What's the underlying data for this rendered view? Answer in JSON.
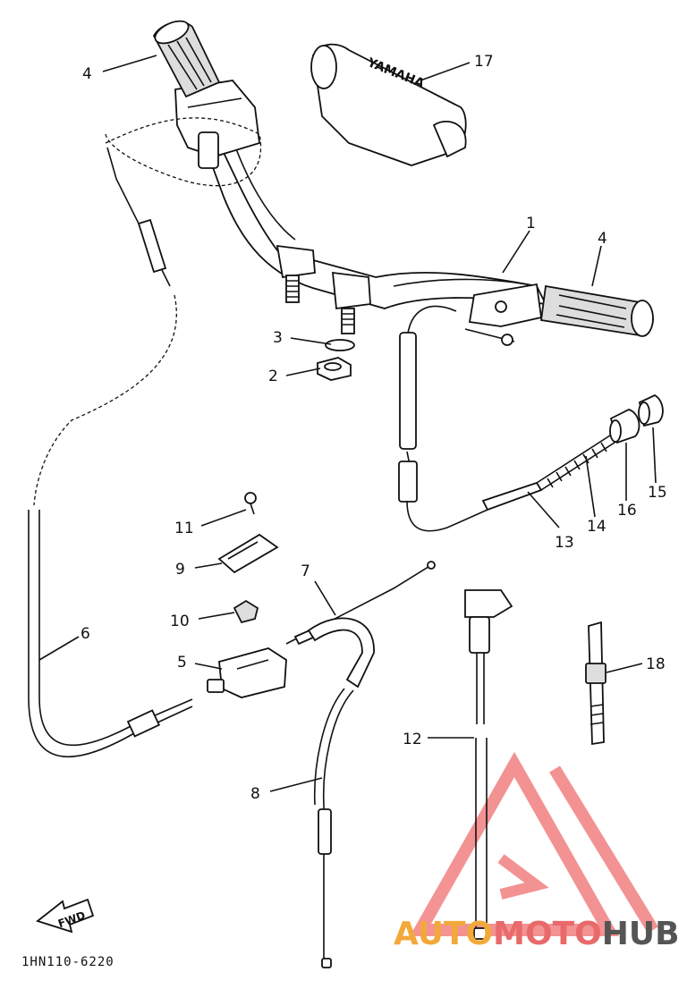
{
  "diagram": {
    "callouts": [
      "4",
      "17",
      "1",
      "4",
      "3",
      "2",
      "11",
      "9",
      "10",
      "5",
      "6",
      "7",
      "13",
      "14",
      "16",
      "15",
      "12",
      "18",
      "8"
    ],
    "diagram_code": "1HN110-6220",
    "fwd_label": "FWD",
    "grip_logo": "YAMAHA",
    "watermark": {
      "part1": "AUTO",
      "part2": "MOTO",
      "part3": "HUB",
      "color_primary": "#f2a93b",
      "color_secondary": "#e86a6a",
      "color_tertiary": "#555555"
    }
  }
}
